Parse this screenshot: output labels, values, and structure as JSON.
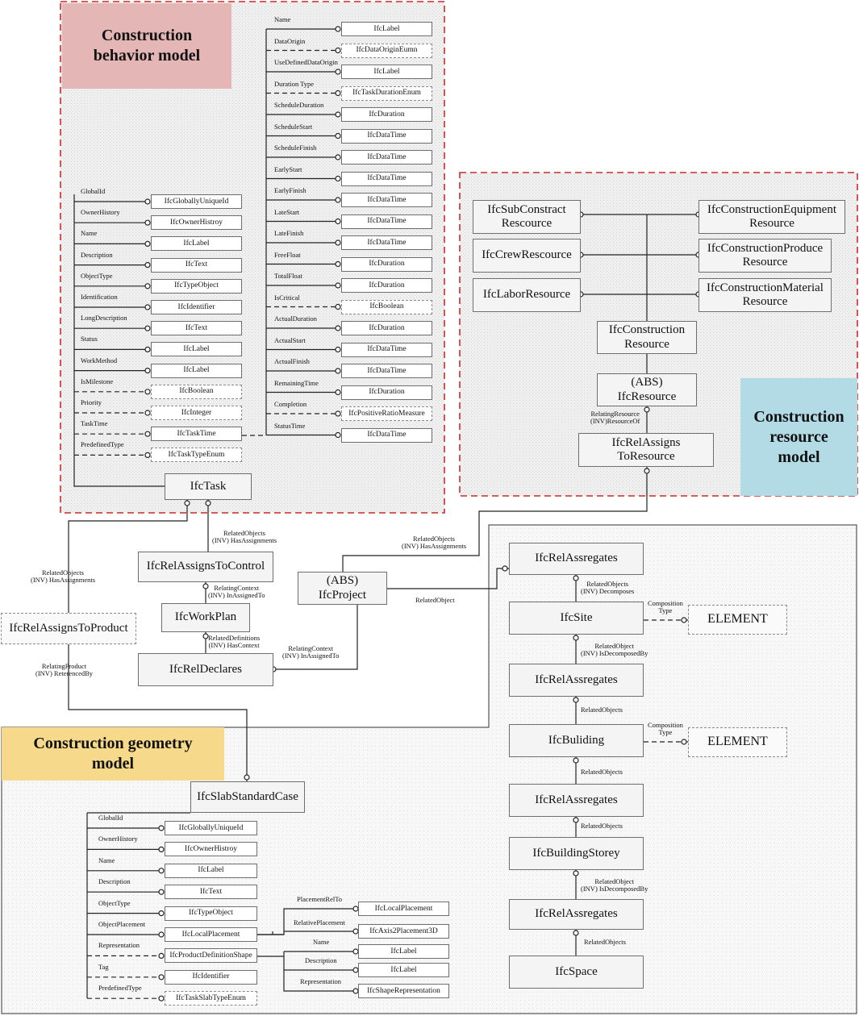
{
  "regions": {
    "behavior": "Construction\nbehavior model",
    "resource": "Construction\nresource\nmodel",
    "geometry": "Construction geometry\nmodel"
  },
  "behavior": {
    "task": "IfcTask",
    "attrs": [
      {
        "name": "GlobalId",
        "type": "IfcGloballyUniqueId",
        "opt": false
      },
      {
        "name": "OwnerHistory",
        "type": "IfcOwnerHistroy",
        "opt": false
      },
      {
        "name": "Name",
        "type": "IfcLabel",
        "opt": false
      },
      {
        "name": "Description",
        "type": "IfcText",
        "opt": false
      },
      {
        "name": "ObjectType",
        "type": "IfcTypeObject",
        "opt": false
      },
      {
        "name": "Identification",
        "type": "IfcIdentifier",
        "opt": false
      },
      {
        "name": "LongDescription",
        "type": "IfcText",
        "opt": false
      },
      {
        "name": "Status",
        "type": "IfcLabel",
        "opt": false
      },
      {
        "name": "WorkMethod",
        "type": "IfcLabel",
        "opt": false
      },
      {
        "name": "IsMilestone",
        "type": "IfcBoolean",
        "opt": true
      },
      {
        "name": "Priority",
        "type": "IfcInteger",
        "opt": true
      },
      {
        "name": "TaskTime",
        "type": "IfcTaskTime",
        "opt": false
      },
      {
        "name": "PredefinedType",
        "type": "IfcTaskTypeEnum",
        "opt": true
      }
    ],
    "tasktime": [
      {
        "name": "Name",
        "type": "IfcLabel",
        "opt": false
      },
      {
        "name": "DataOrigin",
        "type": "IfcDataOriginEumn",
        "opt": true
      },
      {
        "name": "UseDefinedDataOrigin",
        "type": "IfcLabel",
        "opt": false
      },
      {
        "name": "Duration Type",
        "type": "IfcTaskDurationEnum",
        "opt": true
      },
      {
        "name": "ScheduleDuration",
        "type": "IfcDuration",
        "opt": false
      },
      {
        "name": "ScheduleStart",
        "type": "IfcDataTime",
        "opt": false
      },
      {
        "name": "ScheduleFinish",
        "type": "IfcDataTime",
        "opt": false
      },
      {
        "name": "EarlyStart",
        "type": "IfcDataTime",
        "opt": false
      },
      {
        "name": "EarlyFinish",
        "type": "IfcDataTime",
        "opt": false
      },
      {
        "name": "LateStart",
        "type": "IfcDataTime",
        "opt": false
      },
      {
        "name": "LateFinish",
        "type": "IfcDataTime",
        "opt": false
      },
      {
        "name": "FreeFloat",
        "type": "IfcDuration",
        "opt": false
      },
      {
        "name": "TotalFloat",
        "type": "IfcDuration",
        "opt": false
      },
      {
        "name": "IsCritical",
        "type": "IfcBoolean",
        "opt": true
      },
      {
        "name": "ActualDuration",
        "type": "IfcDuration",
        "opt": false
      },
      {
        "name": "ActualStart",
        "type": "IfcDataTime",
        "opt": false
      },
      {
        "name": "ActualFinish",
        "type": "IfcDataTime",
        "opt": false
      },
      {
        "name": "RemainingTime",
        "type": "IfcDuration",
        "opt": false
      },
      {
        "name": "Completion",
        "type": "IfcPositiveRatioMeasure",
        "opt": true
      },
      {
        "name": "StatusTime",
        "type": "IfcDataTime",
        "opt": false
      }
    ]
  },
  "resource": {
    "subcontract": "IfcSubConstract\nRescource",
    "crew": "IfcCrewRescource",
    "labor": "IfcLaborResource",
    "equipment": "IfcConstructionEquipment\nResource",
    "produce": "IfcConstructionProduce\nResource",
    "material": "IfcConstructionMaterial\nResource",
    "construction": "IfcConstruction\nResource",
    "abs_resource": "(ABS)\nIfcResource",
    "rel_label": "RelatingResource\n(INV)ResourceOf",
    "rel_assigns": "IfcRelAssigns\nToResource"
  },
  "middle": {
    "rel_control": "IfcRelAssignsToControl",
    "workplan": "IfcWorkPlan",
    "rel_declares": "IfcRelDeclares",
    "project": "(ABS)\nIfcProject",
    "rel_product": "IfcRelAssignsToProduct",
    "lbl_task_control": "RelatedObjects\n(INV) HasAssignments",
    "lbl_task_product": "RelatedObjects\n(INV) HasAssignments",
    "lbl_control_plan": "RelatingContext\n(INV) InAssignedTo",
    "lbl_plan_declares": "RelatedDefinitions\n(INV) HasContext",
    "lbl_declares_project": "RelatingContext\n(INV) InAssignedTo",
    "lbl_project_resource": "RelatedObjects\n(INV) HasAssignments",
    "lbl_project_site": "RelatedObject",
    "lbl_product_slab": "RelatingProduct\n(INV) ReterencedBy"
  },
  "spatial": {
    "rel1": "IfcRelAssregates",
    "site": "IfcSite",
    "rel2": "IfcRelAssregates",
    "building": "IfcBuliding",
    "rel3": "IfcRelAssregates",
    "storey": "IfcBuildingStorey",
    "rel4": "IfcRelAssregates",
    "space": "IfcSpace",
    "element_site": "ELEMENT",
    "element_building": "ELEMENT",
    "comp_site": "Composition\nType",
    "comp_building": "Composition\nType",
    "lbl1": "RelatedObjects\n(INV) Decomposes",
    "lbl2": "RelatedObject\n(INV) IsDecomposedBy",
    "lbl3": "RelatedObjects",
    "lbl4": "RelatedObjects",
    "lbl5": "RelatedObjects",
    "lbl6": "RelatedObject\n(INV) IsDecomposedBy",
    "lbl7": "RelatedObjects"
  },
  "geometry": {
    "slab": "IfcSlabStandardCase",
    "attrs": [
      {
        "name": "GlobalId",
        "type": "IfcGloballyUniqueId",
        "opt": false
      },
      {
        "name": "OwnerHistory",
        "type": "IfcOwnerHistroy",
        "opt": false
      },
      {
        "name": "Name",
        "type": "IfcLabel",
        "opt": false
      },
      {
        "name": "Description",
        "type": "IfcText",
        "opt": false
      },
      {
        "name": "ObjectType",
        "type": "IfcTypeObject",
        "opt": false
      },
      {
        "name": "ObjectPlacement",
        "type": "IfcLocalPlacement",
        "opt": false
      },
      {
        "name": "Representation",
        "type": "IfcProductDefinitionShape",
        "opt": false
      },
      {
        "name": "Tag",
        "type": "IfcIdentifier",
        "opt": false
      },
      {
        "name": "PredefinedType",
        "type": "IfcTaskSlabTypeEnum",
        "opt": true
      }
    ],
    "placement_sub": [
      {
        "name": "PlacementRelTo",
        "type": "IfcLocalPlacement"
      },
      {
        "name": "RelativePlacement",
        "type": "IfcAxis2Placement3D"
      }
    ],
    "shape_sub": [
      {
        "name": "Name",
        "type": "IfcLabel"
      },
      {
        "name": "Description",
        "type": "IfcLabel"
      },
      {
        "name": "Representation",
        "type": "IfcShapeRepresentation"
      }
    ]
  }
}
